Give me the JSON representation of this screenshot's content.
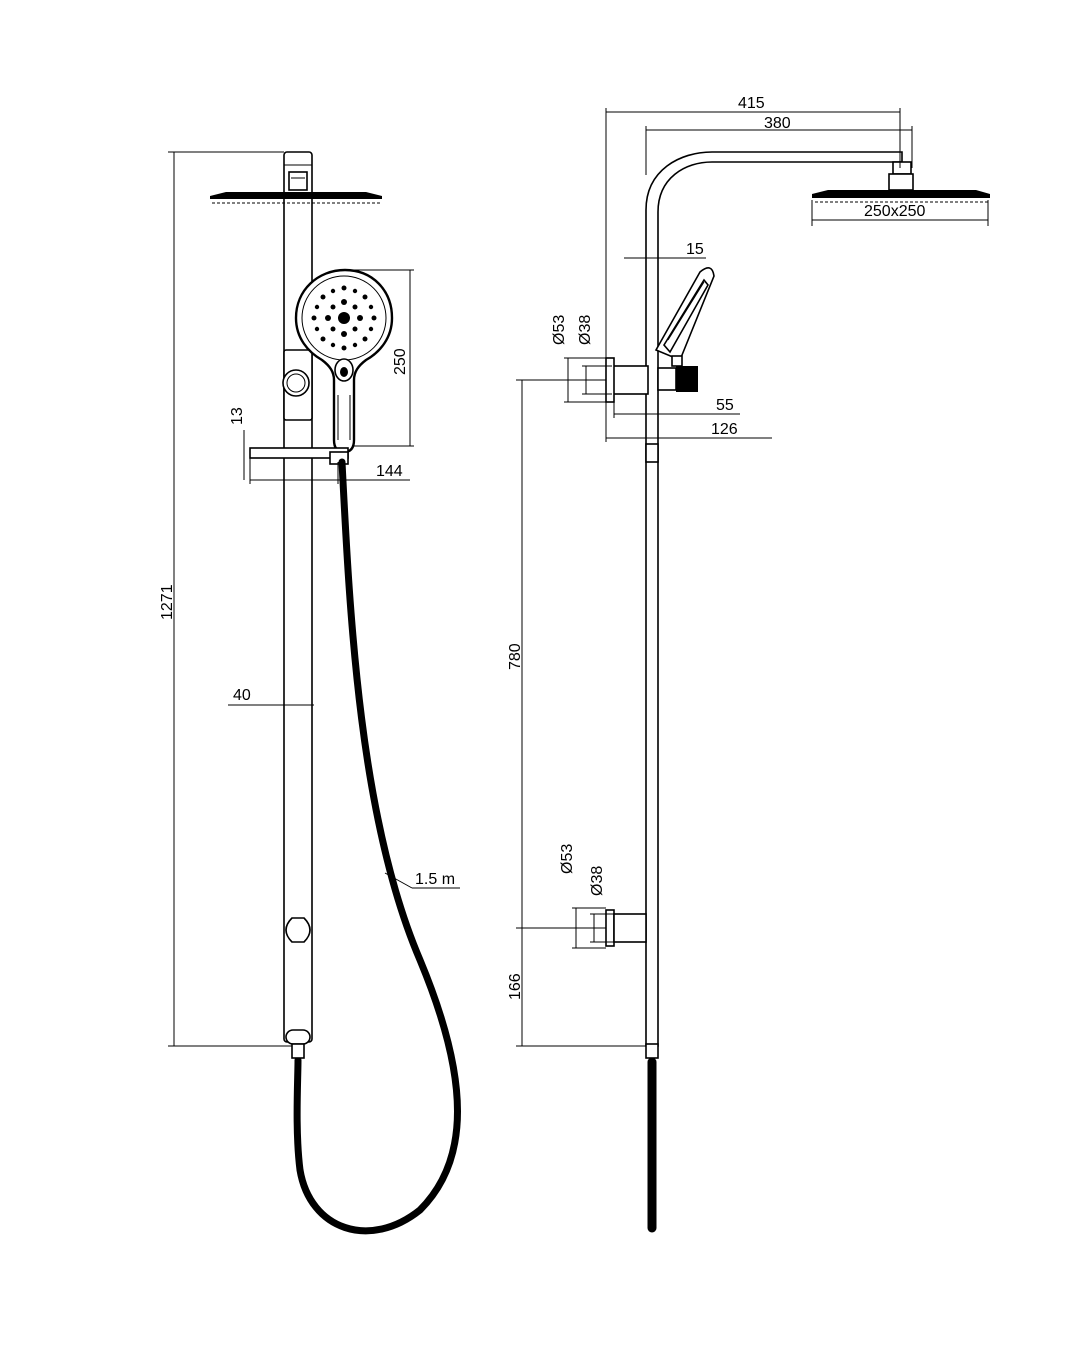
{
  "front_view": {
    "dims": {
      "height_total": "1271",
      "handshower_height": "250",
      "bracket_offset": "13",
      "holder_reach": "144",
      "rail_width": "40",
      "hose_length": "1.5 m"
    }
  },
  "side_view": {
    "dims": {
      "arm_projection_outer": "415",
      "arm_projection_inner": "380",
      "rose_size": "250x250",
      "rail_gap": "15",
      "flange_outer_top": "Ø53",
      "flange_inner_top": "Ø38",
      "wall_offset_short": "55",
      "wall_offset_long": "126",
      "bracket_spacing": "780",
      "flange_outer_bottom": "Ø53",
      "flange_inner_bottom": "Ø38",
      "bottom_offset": "166"
    }
  }
}
